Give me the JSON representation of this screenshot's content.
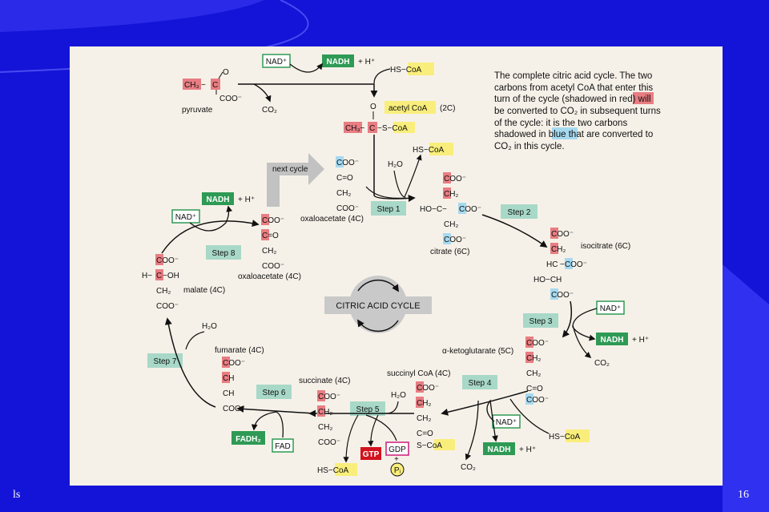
{
  "slide": {
    "footer_left": "ls",
    "page_number": "16",
    "colors": {
      "background": "#1414d8",
      "panel": "#f6f1e8",
      "step_box": "#a8d8c8",
      "dark_green": "#2e9a55",
      "yellow": "#f9ee7b",
      "red_hi": "#e87d82",
      "blue_hi": "#a6d9f0",
      "gtp": "#d2121f",
      "gdp": "#cc1a7a"
    }
  },
  "caption": {
    "line1": "The complete citric acid cycle. The two",
    "line2": "carbons from acetyl CoA that enter this",
    "line3a": "turn of the cycle (shadowed in ",
    "red_word": "red",
    "line3b": ") will",
    "line4": "be converted to CO₂ in subsequent turns",
    "line5": "of the cycle: it is the two carbons",
    "line6a": "shadowed in ",
    "blue_word": "blue",
    "line6b": " that are converted to",
    "line7": "CO₂ in this cycle."
  },
  "center_label": "CITRIC ACID CYCLE",
  "next_cycle": "next cycle",
  "steps": [
    "Step 1",
    "Step 2",
    "Step 3",
    "Step 4",
    "Step 5",
    "Step 6",
    "Step 7",
    "Step 8"
  ],
  "cofactors": {
    "nad": "NAD⁺",
    "nadh": "NADH",
    "plus_h": "+ H⁺",
    "co2": "CO₂",
    "h2o": "H₂O",
    "hs_coa": "HS−CoA",
    "gtp": "GTP",
    "gdp": "GDP",
    "plus": "+",
    "pi": "Pᵢ",
    "fadh2": "FADH₂",
    "fad": "FAD"
  },
  "molecules": {
    "pyruvate": "pyruvate",
    "acetyl_coa": "acetyl CoA",
    "acetyl_coa_carbons": "(2C)",
    "oxaloacetate_4c": "oxaloacetate (4C)",
    "citrate": "citrate (6C)",
    "isocitrate": "isocitrate (6C)",
    "ketoglutarate": "α-ketoglutarate (5C)",
    "succinyl_coa": "succinyl CoA (4C)",
    "succinate": "succinate (4C)",
    "fumarate": "fumarate (4C)",
    "malate": "malate (4C)"
  },
  "groups": {
    "coo": "COO⁻",
    "ch2": "CH₂",
    "ch3": "CH₃",
    "c_eq_o": "C=O",
    "c": "C",
    "ch": "CH",
    "hc": "HC",
    "ho_ch": "HO−CH",
    "ho_c": "HO−C−",
    "h_c": "H−",
    "oh": "−OH",
    "o": "O",
    "s_coa": "−S−CoA",
    "s": "S",
    "coa": "CoA",
    "ch3_dash": "CH₃−",
    "dash": "−",
    "coo_plain": "COO"
  }
}
